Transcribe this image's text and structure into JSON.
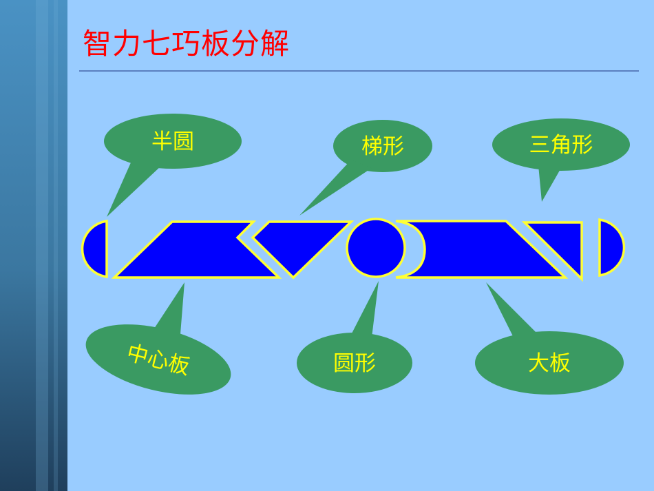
{
  "title": "智力七巧板分解",
  "callouts": {
    "half_circle": "半圆",
    "trapezoid": "梯形",
    "triangle": "三角形",
    "center_plate": "中心板",
    "circle": "圆形",
    "big_plate": "大板"
  },
  "colors": {
    "background": "#99ccff",
    "title": "#ff0000",
    "piece_fill": "#0000ff",
    "piece_stroke": "#ffff33",
    "callout_fill": "#3a9a62",
    "callout_text": "#ffff00"
  }
}
